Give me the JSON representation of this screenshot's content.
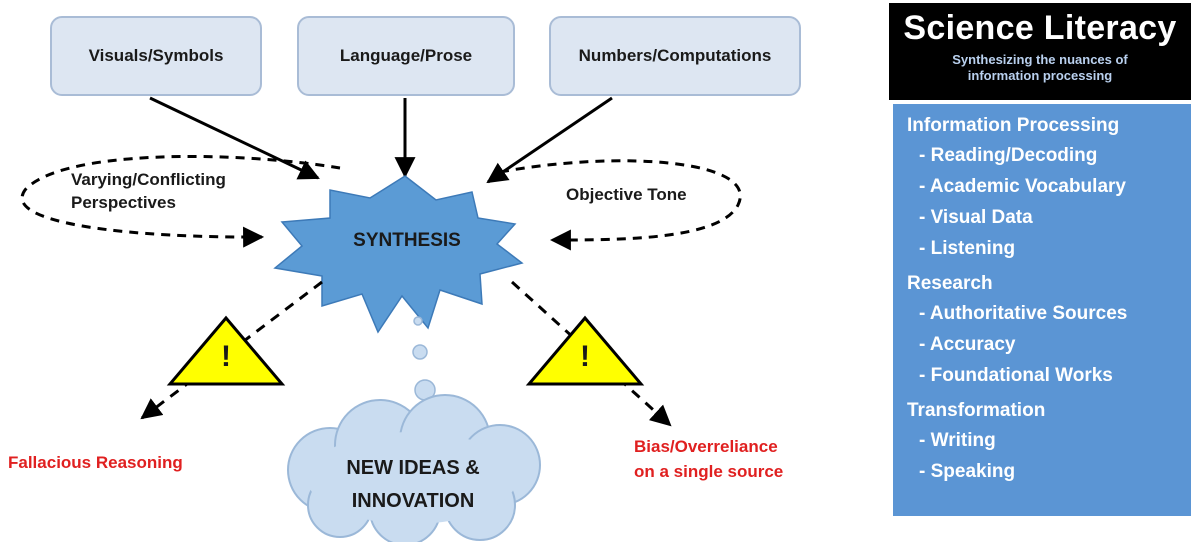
{
  "top_boxes": [
    "Visuals/Symbols",
    "Language/Prose",
    "Numbers/Computations"
  ],
  "center_label": "SYNTHESIS",
  "left_label": [
    "Varying/Conflicting",
    "Perspectives"
  ],
  "right_label": "Objective Tone",
  "warning_glyph": "!",
  "left_warning_label": "Fallacious Reasoning",
  "right_warning_label": [
    "Bias/Overreliance",
    "on a single source"
  ],
  "cloud_label": [
    "NEW IDEAS &",
    "INNOVATION"
  ],
  "panel": {
    "title": "Science Literacy",
    "subtitle": [
      "Synthesizing the nuances of",
      "information processing"
    ],
    "sections": [
      {
        "heading": "Information Processing",
        "items": [
          "- Reading/Decoding",
          "- Academic Vocabulary",
          "- Visual Data",
          "- Listening"
        ]
      },
      {
        "heading": "Research",
        "items": [
          "- Authoritative Sources",
          "- Accuracy",
          "- Foundational Works"
        ]
      },
      {
        "heading": "Transformation",
        "items": [
          "- Writing",
          "- Speaking"
        ]
      }
    ]
  },
  "colors": {
    "box_fill": "#dde6f2",
    "starburst": "#5b9bd5",
    "warning": "#ffff00",
    "red_text": "#e02020",
    "cloud": "#c9dcf0",
    "panel_blue": "#5b95d4"
  }
}
